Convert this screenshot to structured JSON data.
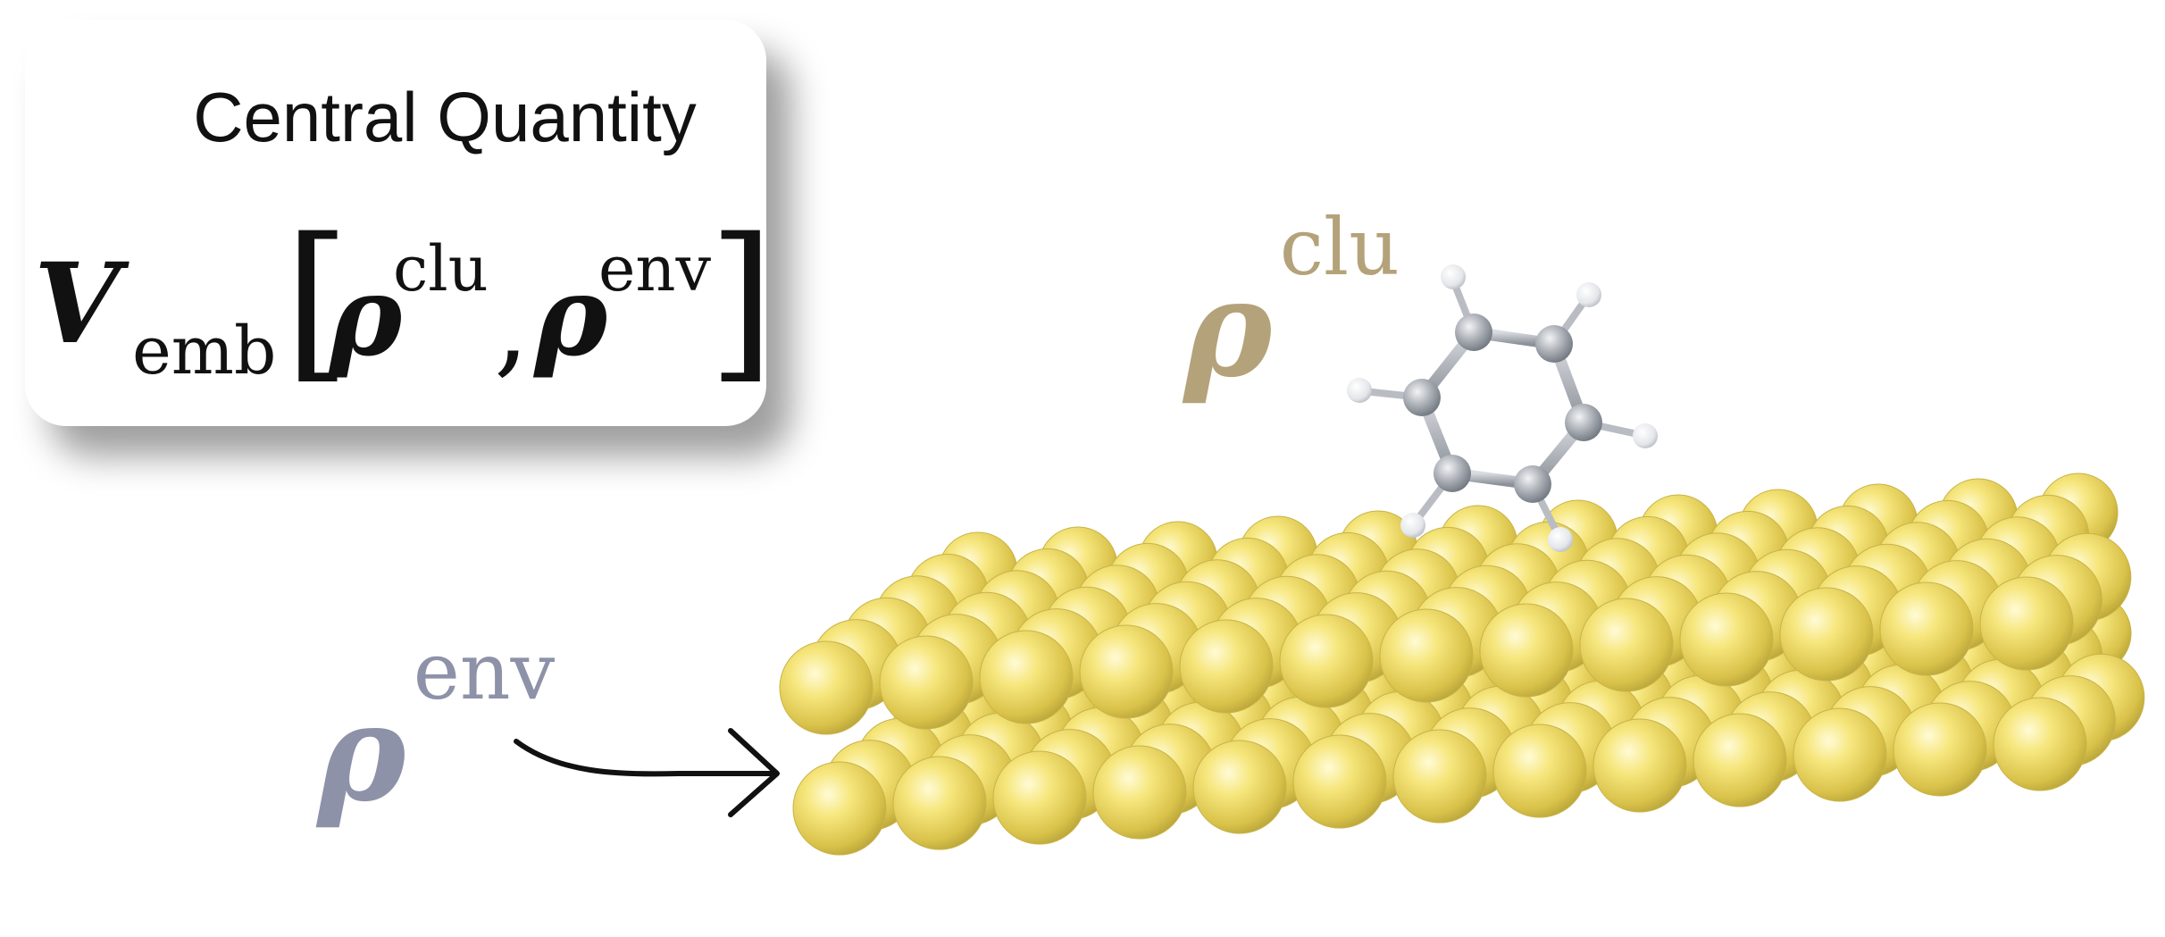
{
  "card": {
    "title": "Central Quantity",
    "formula": {
      "V": "V",
      "subscript": "emb",
      "left_bracket": "[",
      "rho_1": "ρ",
      "rho_1_superscript": "clu",
      "comma": ",",
      "rho_2": "ρ",
      "rho_2_superscript": "env",
      "right_bracket": "]"
    }
  },
  "labels": {
    "cluster": {
      "symbol": "ρ",
      "superscript": "clu"
    },
    "environment": {
      "symbol": "ρ",
      "superscript": "env"
    }
  },
  "colors": {
    "cluster_label": "#b4a27a",
    "environment_label": "#8d92a8",
    "gold_atom": "#f2df6c",
    "carbon_atom": "#9aa0a8",
    "hydrogen_atom": "#eef0f3"
  },
  "icons": {
    "arrow": "arrow-right-icon",
    "molecule": "benzene-molecule-icon",
    "surface": "gold-surface-slab-icon"
  }
}
